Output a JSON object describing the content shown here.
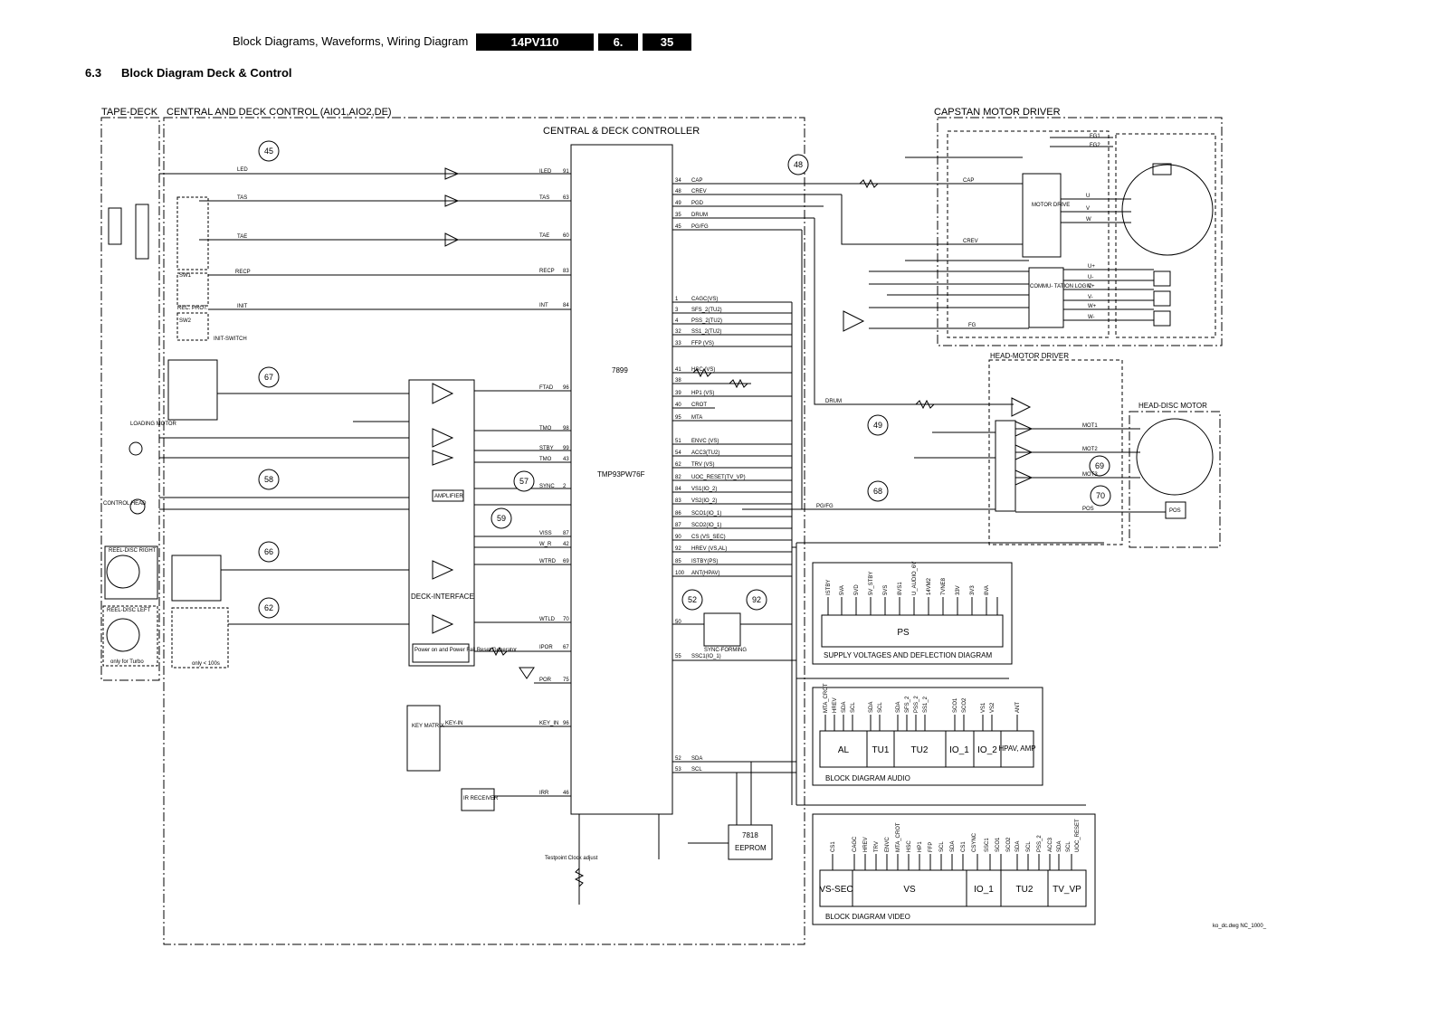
{
  "header": {
    "title": "Block Diagrams, Waveforms, Wiring Diagram",
    "model": "14PV110",
    "chapter": "6.",
    "page": "35"
  },
  "section": {
    "number": "6.3",
    "title": "Block Diagram Deck & Control"
  },
  "regions": {
    "tape_deck": "TAPE-DECK",
    "central": "CENTRAL  AND DECK CONTROL (AIO1,AIO2,DE)",
    "capstan": "CAPSTAN MOTOR DRIVER",
    "controller": "CENTRAL & DECK CONTROLLER",
    "head_motor_driver": "HEAD-MOTOR DRIVER",
    "head_disc_motor": "HEAD-DISC MOTOR",
    "deck_interface": "DECK-INTERFACE",
    "supply_diag": "SUPPLY VOLTAGES AND DEFLECTION DIAGRAM",
    "audio_diag": "BLOCK DIAGRAM AUDIO",
    "video_diag": "BLOCK DIAGRAM VIDEO"
  },
  "controller": {
    "ref": "7899",
    "part": "TMP93PW76F",
    "eeprom": "EEPROM",
    "eeprom_ref": "7818"
  },
  "circles": [
    "45",
    "48",
    "67",
    "49",
    "68",
    "69",
    "70",
    "58",
    "57",
    "59",
    "66",
    "62",
    "52",
    "92"
  ],
  "left_components": {
    "led": "LED",
    "tas": "TAS",
    "tae": "TAE",
    "recp": "RECP",
    "init": "INIT",
    "sw1": "SW1",
    "sw2": "SW2",
    "init_switch": "INIT-SWITCH",
    "rec_prot": "REC. PROT.",
    "loading_motor": "LOADING MOTOR",
    "control_head": "CONTROL HEAD",
    "reel_right": "REEL-DISC RIGHT",
    "reel_left": "REEL-DISC LEFT",
    "only_turbo": "only for Turbo",
    "only_100": "only < 100s",
    "key_matrix": "KEY MATRIX",
    "ir_receiver": "IR RECEIVER",
    "key_in": "KEY-IN",
    "amplifier": "AMPLIFIER",
    "power_on": "Power on and Power Fail Reset Generator",
    "testpoint": "Testpoint Clock adjust",
    "sync_forming": "SYNC-FORMING",
    "motor_drive": "MOTOR DRIVE",
    "commutation": "COMMU- TATION LOGIC",
    "pos": "POS"
  },
  "left_pins": [
    {
      "name": "ILED",
      "num": "91"
    },
    {
      "name": "TAS",
      "num": "63"
    },
    {
      "name": "TAE",
      "num": "60"
    },
    {
      "name": "RECP",
      "num": "83"
    },
    {
      "name": "INT",
      "num": "84"
    },
    {
      "name": "FTAD",
      "num": "96"
    },
    {
      "name": "TMO",
      "num": "98"
    },
    {
      "name": "STBY",
      "num": "99"
    },
    {
      "name": "TMO",
      "num": "43"
    },
    {
      "name": "SYNC",
      "num": "2"
    },
    {
      "name": "VISS",
      "num": "87"
    },
    {
      "name": "W_R",
      "num": "42"
    },
    {
      "name": "WTRD",
      "num": "69"
    },
    {
      "name": "WTLD",
      "num": "70"
    },
    {
      "name": "IPOR",
      "num": "67"
    },
    {
      "name": "POR",
      "num": "75"
    },
    {
      "name": "KEY_IN",
      "num": "96"
    },
    {
      "name": "IRR",
      "num": "46"
    }
  ],
  "right_pins": [
    {
      "num": "34",
      "name": "CAP"
    },
    {
      "num": "48",
      "name": "CREV"
    },
    {
      "num": "49",
      "name": "PGD"
    },
    {
      "num": "35",
      "name": "DRUM"
    },
    {
      "num": "45",
      "name": "PG/FG"
    },
    {
      "num": "1",
      "name": "CAGC(VS)"
    },
    {
      "num": "3",
      "name": "SFS_2(TU2)"
    },
    {
      "num": "4",
      "name": "PSS_2(TU2)"
    },
    {
      "num": "32",
      "name": "SS1_2(TU2)"
    },
    {
      "num": "33",
      "name": "FFP (VS)"
    },
    {
      "num": "41",
      "name": "HSC (VS)"
    },
    {
      "num": "38",
      "name": ""
    },
    {
      "num": "39",
      "name": "HP1 (VS)"
    },
    {
      "num": "40",
      "name": "CROT"
    },
    {
      "num": "95",
      "name": "MTA"
    },
    {
      "num": "51",
      "name": "ENVC (VS)"
    },
    {
      "num": "54",
      "name": "ACC3(TU2)"
    },
    {
      "num": "62",
      "name": "TRV (VS)"
    },
    {
      "num": "82",
      "name": "UOC_RESET(TV_VP)"
    },
    {
      "num": "84",
      "name": "VS1(IO_2)"
    },
    {
      "num": "83",
      "name": "VS2(IO_2)"
    },
    {
      "num": "86",
      "name": "SCO1(IO_1)"
    },
    {
      "num": "87",
      "name": "SCO2(IO_1)"
    },
    {
      "num": "90",
      "name": "CS (VS_SEC)"
    },
    {
      "num": "92",
      "name": "HREV (VS,AL)"
    },
    {
      "num": "85",
      "name": "ISTBY(PS)"
    },
    {
      "num": "100",
      "name": "ANT(HPAV)"
    },
    {
      "num": "50",
      "name": ""
    },
    {
      "num": "55",
      "name": "SSC1(IO_1)"
    },
    {
      "num": "52",
      "name": "SDA"
    },
    {
      "num": "53",
      "name": "SCL"
    }
  ],
  "ps_block": {
    "label": "PS",
    "signals": [
      "ISTBY",
      "5VA",
      "5VD",
      "5V_STBY",
      "5VS",
      "8VS1",
      "U_AUDIO_6V",
      "14VM2",
      "7VNE8",
      "33V",
      "3V3",
      "8VA"
    ]
  },
  "audio_blocks": [
    {
      "label": "AL",
      "signals": [
        "MTA_CROT",
        "HREV",
        "SDA",
        "SCL"
      ]
    },
    {
      "label": "TU1",
      "signals": [
        "SDA",
        "SCL"
      ]
    },
    {
      "label": "TU2",
      "signals": [
        "SDA",
        "SFS_2",
        "PSS_2",
        "SS1_2"
      ]
    },
    {
      "label": "IO_1",
      "signals": [
        "SCO1",
        "SCO2"
      ]
    },
    {
      "label": "IO_2",
      "signals": [
        "VS1",
        "VS2"
      ]
    },
    {
      "label": "HPAV, AMP",
      "signals": [
        "ANT"
      ]
    }
  ],
  "video_blocks": [
    {
      "label": "VS-SEC",
      "signals": [
        "CS1"
      ]
    },
    {
      "label": "VS",
      "signals": [
        "CAGC",
        "HREV",
        "TRV",
        "ENVC",
        "MTA_CROT",
        "HSC",
        "HP1",
        "FFP",
        "SCL",
        "SDA",
        "CS1",
        "CSYNC"
      ]
    },
    {
      "label": "IO_1",
      "signals": [
        "SSC1",
        "SCO1",
        "SCO2"
      ]
    },
    {
      "label": "TU2",
      "signals": [
        "SDA",
        "SCL",
        "PSS_2",
        "ACC3"
      ]
    },
    {
      "label": "TV_VP",
      "signals": [
        "SDA",
        "SCL",
        "UOC_RESET"
      ]
    }
  ],
  "motor_signals": {
    "capstan": [
      "FG1",
      "FG2",
      "U",
      "V",
      "W",
      "U+",
      "U-",
      "V+",
      "V-",
      "W+",
      "W-",
      "FG",
      "CAP",
      "CREV"
    ],
    "head": [
      "MOT1",
      "MOT2",
      "MOT3",
      "POS",
      "DRUM",
      "PG/FG"
    ]
  },
  "footer_code": "ko_dc.dwg NC_1000_"
}
